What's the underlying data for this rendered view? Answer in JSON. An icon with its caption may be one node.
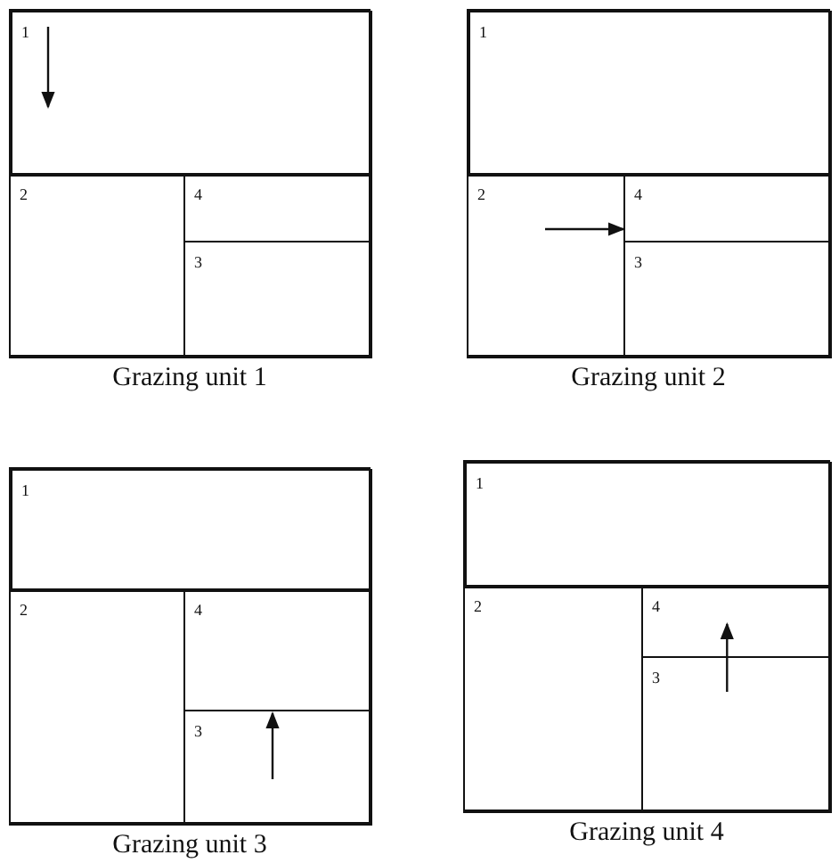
{
  "diagram": {
    "nodes": [
      {
        "text": [],
        "shape": "box",
        "beside": [
          "Grazing unit 1"
        ]
      },
      {
        "text": [
          "1"
        ],
        "in": 0
      },
      {
        "text": [
          "2"
        ],
        "in": 0
      },
      {
        "text": [
          "4"
        ],
        "in": 0
      },
      {
        "text": [
          "3"
        ],
        "in": 0
      },
      {
        "text": [],
        "shape": "box",
        "beside": [
          "Grazing unit 2"
        ]
      },
      {
        "text": [
          "1"
        ],
        "in": 5
      },
      {
        "text": [
          "2"
        ],
        "in": 5
      },
      {
        "text": [
          "4"
        ],
        "in": 5
      },
      {
        "text": [
          "3"
        ],
        "in": 5
      },
      {
        "text": [],
        "shape": "box",
        "beside": [
          "Grazing unit 3"
        ]
      },
      {
        "text": [
          "1"
        ],
        "in": 10
      },
      {
        "text": [
          "2"
        ],
        "in": 10
      },
      {
        "text": [
          "4"
        ],
        "in": 10
      },
      {
        "text": [
          "3"
        ],
        "in": 10
      },
      {
        "text": [],
        "shape": "box",
        "beside": [
          "Grazing unit 4"
        ]
      },
      {
        "text": [
          "1"
        ],
        "in": 15
      },
      {
        "text": [
          "2"
        ],
        "in": 15
      },
      {
        "text": [
          "4"
        ],
        "in": 15
      },
      {
        "text": [
          "3"
        ],
        "in": 15
      }
    ],
    "edges": [
      {
        "from": 7,
        "to": 8,
        "arrow": "to"
      },
      {
        "from": 19,
        "to": 18,
        "arrow": "to"
      }
    ]
  }
}
